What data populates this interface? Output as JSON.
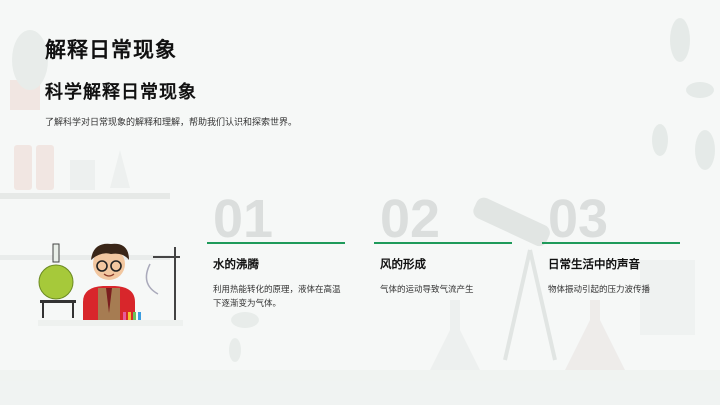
{
  "page": {
    "title": "解释日常现象",
    "subtitle": "科学解释日常现象",
    "description": "了解科学对日常现象的解释和理解，帮助我们认识和探索世界。"
  },
  "cards": [
    {
      "number": "01",
      "title": "水的沸腾",
      "text": "利用热能转化的原理，液体在高温下逐渐变为气体。"
    },
    {
      "number": "02",
      "title": "风的形成",
      "text": "气体的运动导致气流产生"
    },
    {
      "number": "03",
      "title": "日常生活中的声音",
      "text": "物体振动引起的压力波传播"
    }
  ],
  "colors": {
    "accent": "#1e9a5a",
    "number": "#d9dcdb",
    "background": "#f6f8f7"
  },
  "illustration": {
    "subject": "boy scientist in lab with flask and stand"
  }
}
